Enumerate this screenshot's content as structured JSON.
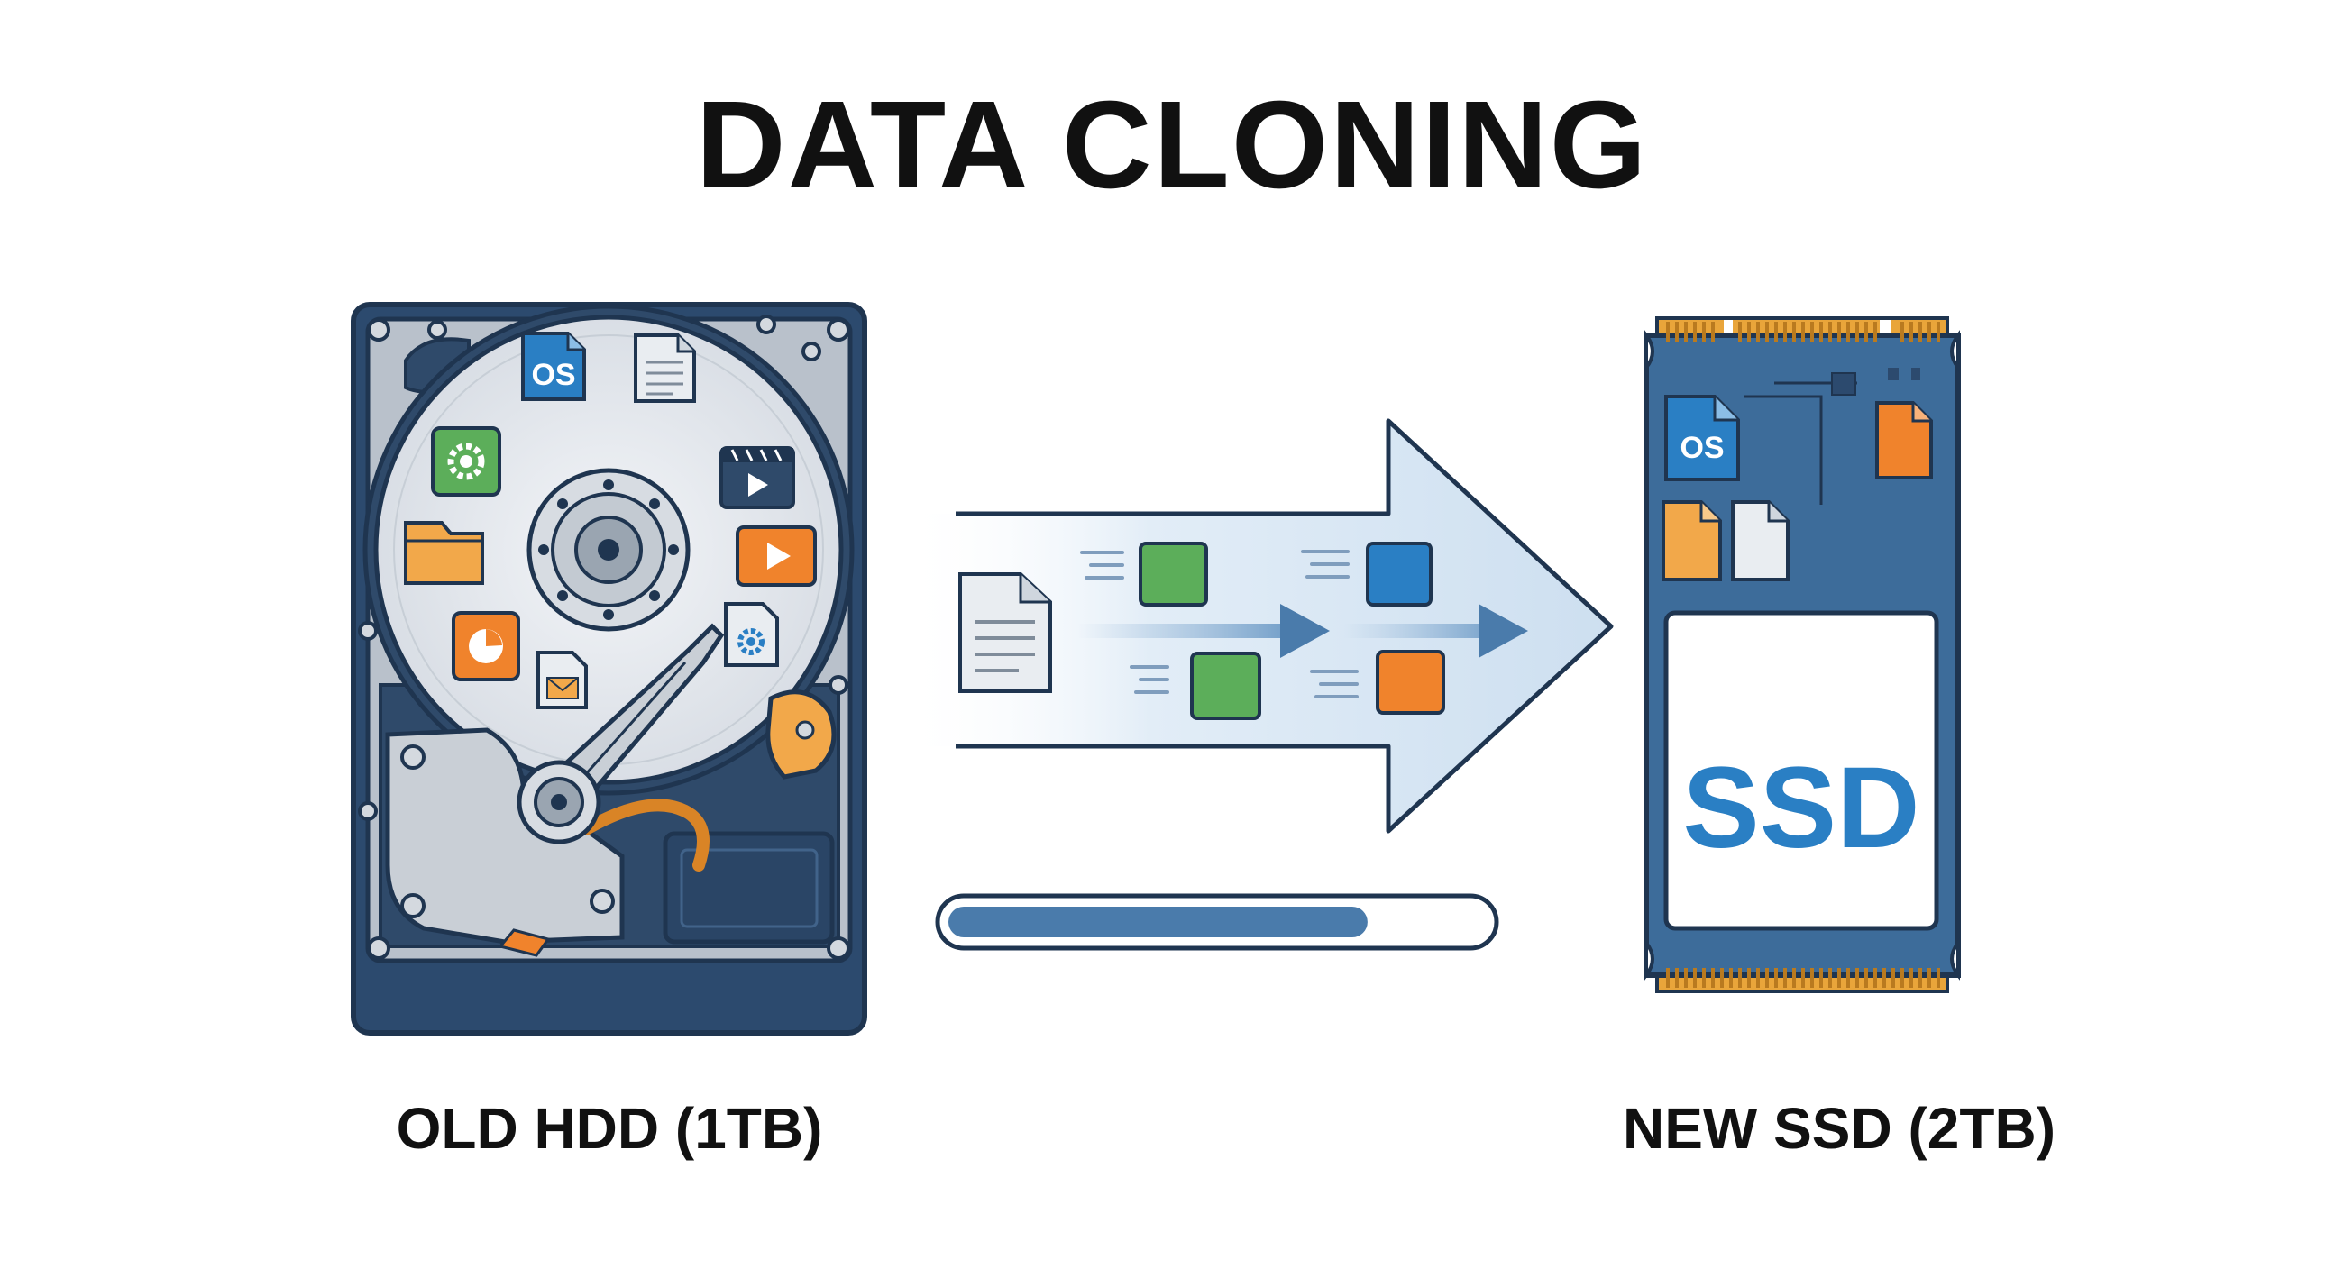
{
  "title": "DATA CLONING",
  "source": {
    "label": "OLD HDD (1TB)",
    "os_badge": "OS"
  },
  "target": {
    "label": "NEW SSD (2TB)",
    "os_badge": "OS",
    "chip_text": "SSD"
  },
  "progress": {
    "fraction": 0.78
  },
  "colors": {
    "ink": "#1f3550",
    "drive_blue": "#3d6c9a",
    "drive_blue_dark": "#2c5079",
    "accent_blue": "#2a7fc4",
    "green": "#5cae5a",
    "orange": "#f0832c",
    "amber": "#f2a84a",
    "gold_contacts": "#e9a53a",
    "platter": "#e4e8ed"
  },
  "icons": [
    "os-file-icon",
    "document-icon",
    "gear-file-icon",
    "video-file-icon",
    "folder-icon",
    "play-file-icon",
    "chart-file-icon",
    "mail-file-icon",
    "settings-file-icon",
    "arrow-icon",
    "progress-bar"
  ]
}
